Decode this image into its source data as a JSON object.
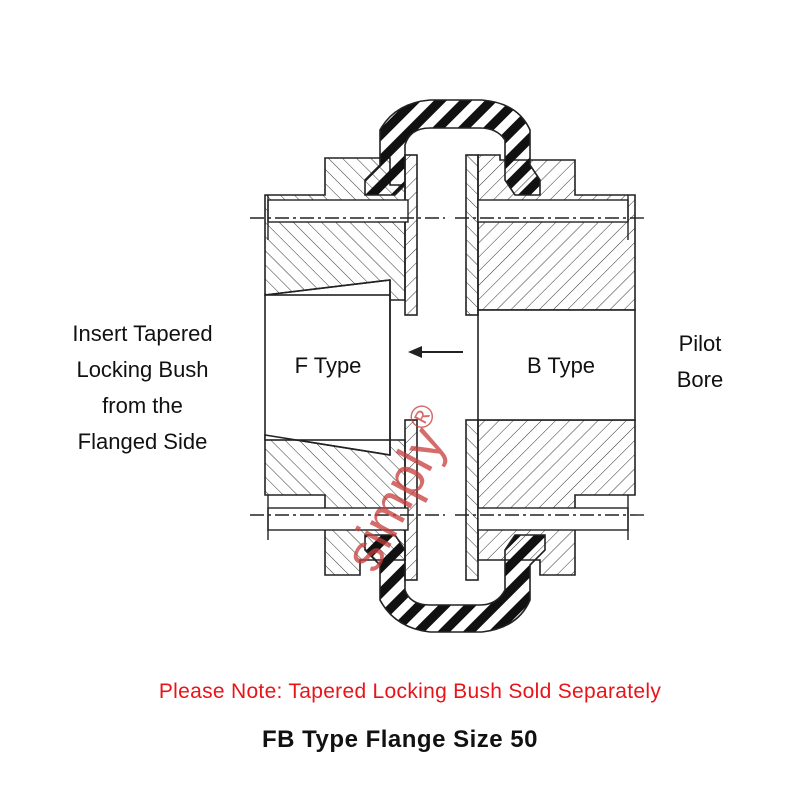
{
  "labels": {
    "left": [
      "Insert Tapered",
      "Locking Bush",
      "from the",
      "Flanged Side"
    ],
    "right": [
      "Pilot",
      "Bore"
    ],
    "f_type": "F Type",
    "b_type": "B Type"
  },
  "note": "Please Note: Tapered Locking Bush Sold Separately",
  "title": "FB Type Flange Size 50",
  "watermark": "simply",
  "watermark_mark": "®",
  "colors": {
    "line": "#222222",
    "note": "#e8141a",
    "watermark": "#c83c3c"
  }
}
